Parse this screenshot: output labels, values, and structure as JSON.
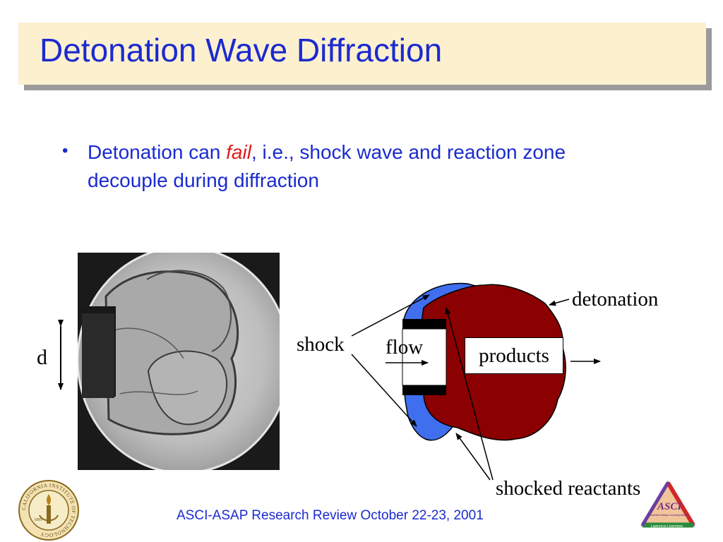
{
  "title": "Detonation Wave Diffraction",
  "bullet": {
    "before": "Detonation can ",
    "emphasis": "fail",
    "after": ", i.e., shock wave and reaction zone decouple during diffraction"
  },
  "photo_label": "d",
  "diagram": {
    "detonation_label": "detonation",
    "shock_label": "shock",
    "flow_label": "flow",
    "products_label": "products",
    "shocked_reactants_label": "shocked reactants",
    "colors": {
      "products_region": "#8b0000",
      "shocked_region": "#3f6fee",
      "arrows": "#000000"
    }
  },
  "footer": "ASCI-ASAP Research Review October 22-23, 2001",
  "logos": {
    "left_seal": {
      "text": "CALIFORNIA INSTITUTE OF TECHNOLOGY",
      "year": "1891"
    },
    "right_logo": {
      "text": "ASCI",
      "subtext": "Accelerated Strategic Computing Initiative",
      "tag": "Lawrence Livermore"
    }
  },
  "colors": {
    "title_text": "#1a2ad0",
    "title_box": "#fdf0cf",
    "emphasis": "#e01b1b"
  }
}
